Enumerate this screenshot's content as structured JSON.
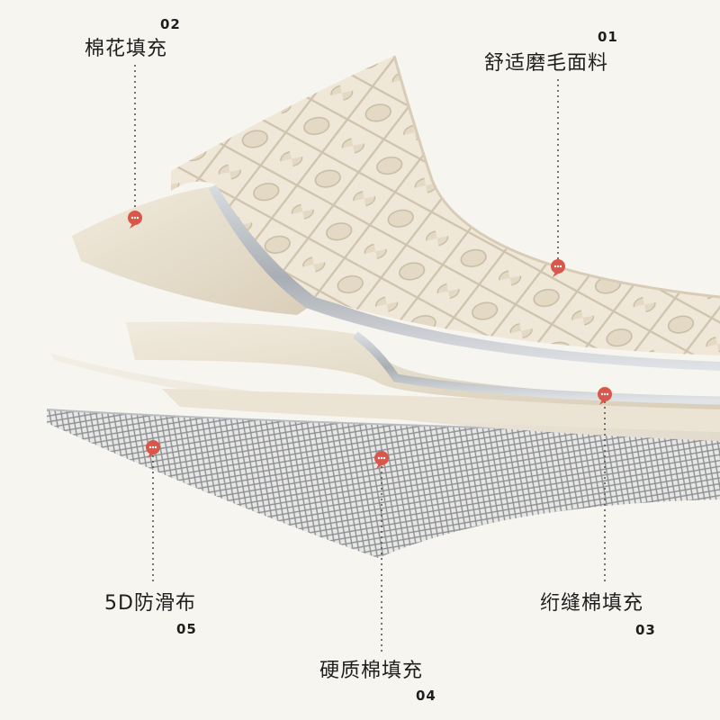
{
  "layers": [
    {
      "id": "01",
      "name": "舒适磨毛面料"
    },
    {
      "id": "02",
      "name": "棉花填充"
    },
    {
      "id": "03",
      "name": "绗缝棉填充"
    },
    {
      "id": "04",
      "name": "硬质棉填充"
    },
    {
      "id": "05",
      "name": "5D防滑布"
    }
  ],
  "colors": {
    "background": "#f7f5ef",
    "fabric": "#efe7d8",
    "fabric_shadow": "#d8ccb6",
    "cotton": "#e9e1cf",
    "silver": "#b9bdc2",
    "mesh": "#8d8f92",
    "marker": "#d8574a",
    "leader": "#555555",
    "text": "#1e1e1e"
  },
  "icons": {
    "marker": "chat-bubble-marker-icon"
  }
}
